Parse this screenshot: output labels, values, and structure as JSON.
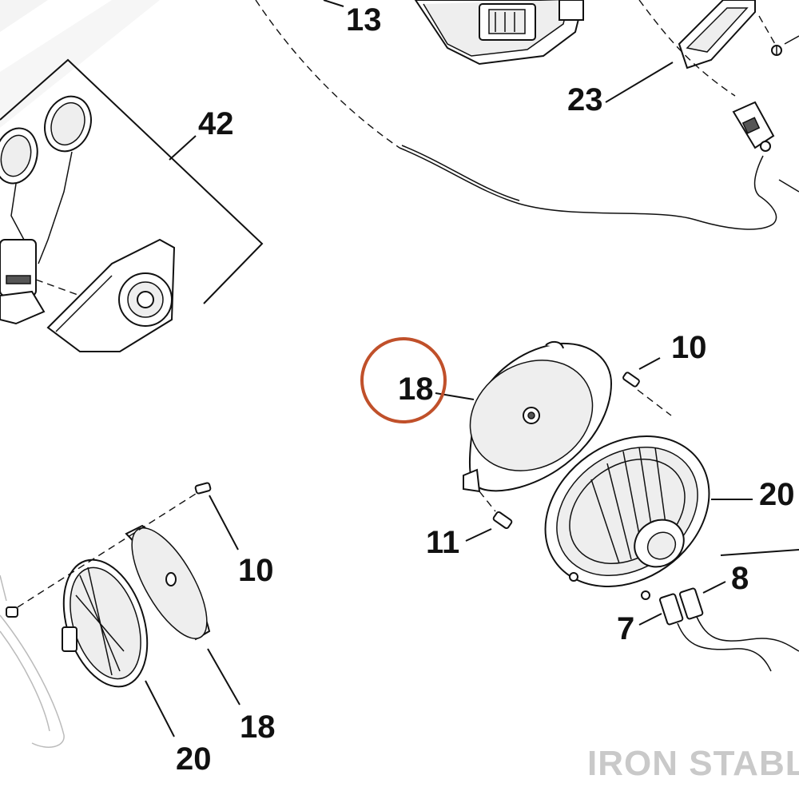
{
  "diagram": {
    "callouts": {
      "c13": "13",
      "c23": "23",
      "c42": "42",
      "c18_highlight": "18",
      "c10_right": "10",
      "c20_right": "20",
      "c11": "11",
      "c8": "8",
      "c7": "7",
      "c10_left": "10",
      "c18_left": "18",
      "c20_left": "20"
    },
    "highlight_color": "#c0502a",
    "watermark": "IRON STABLE"
  }
}
